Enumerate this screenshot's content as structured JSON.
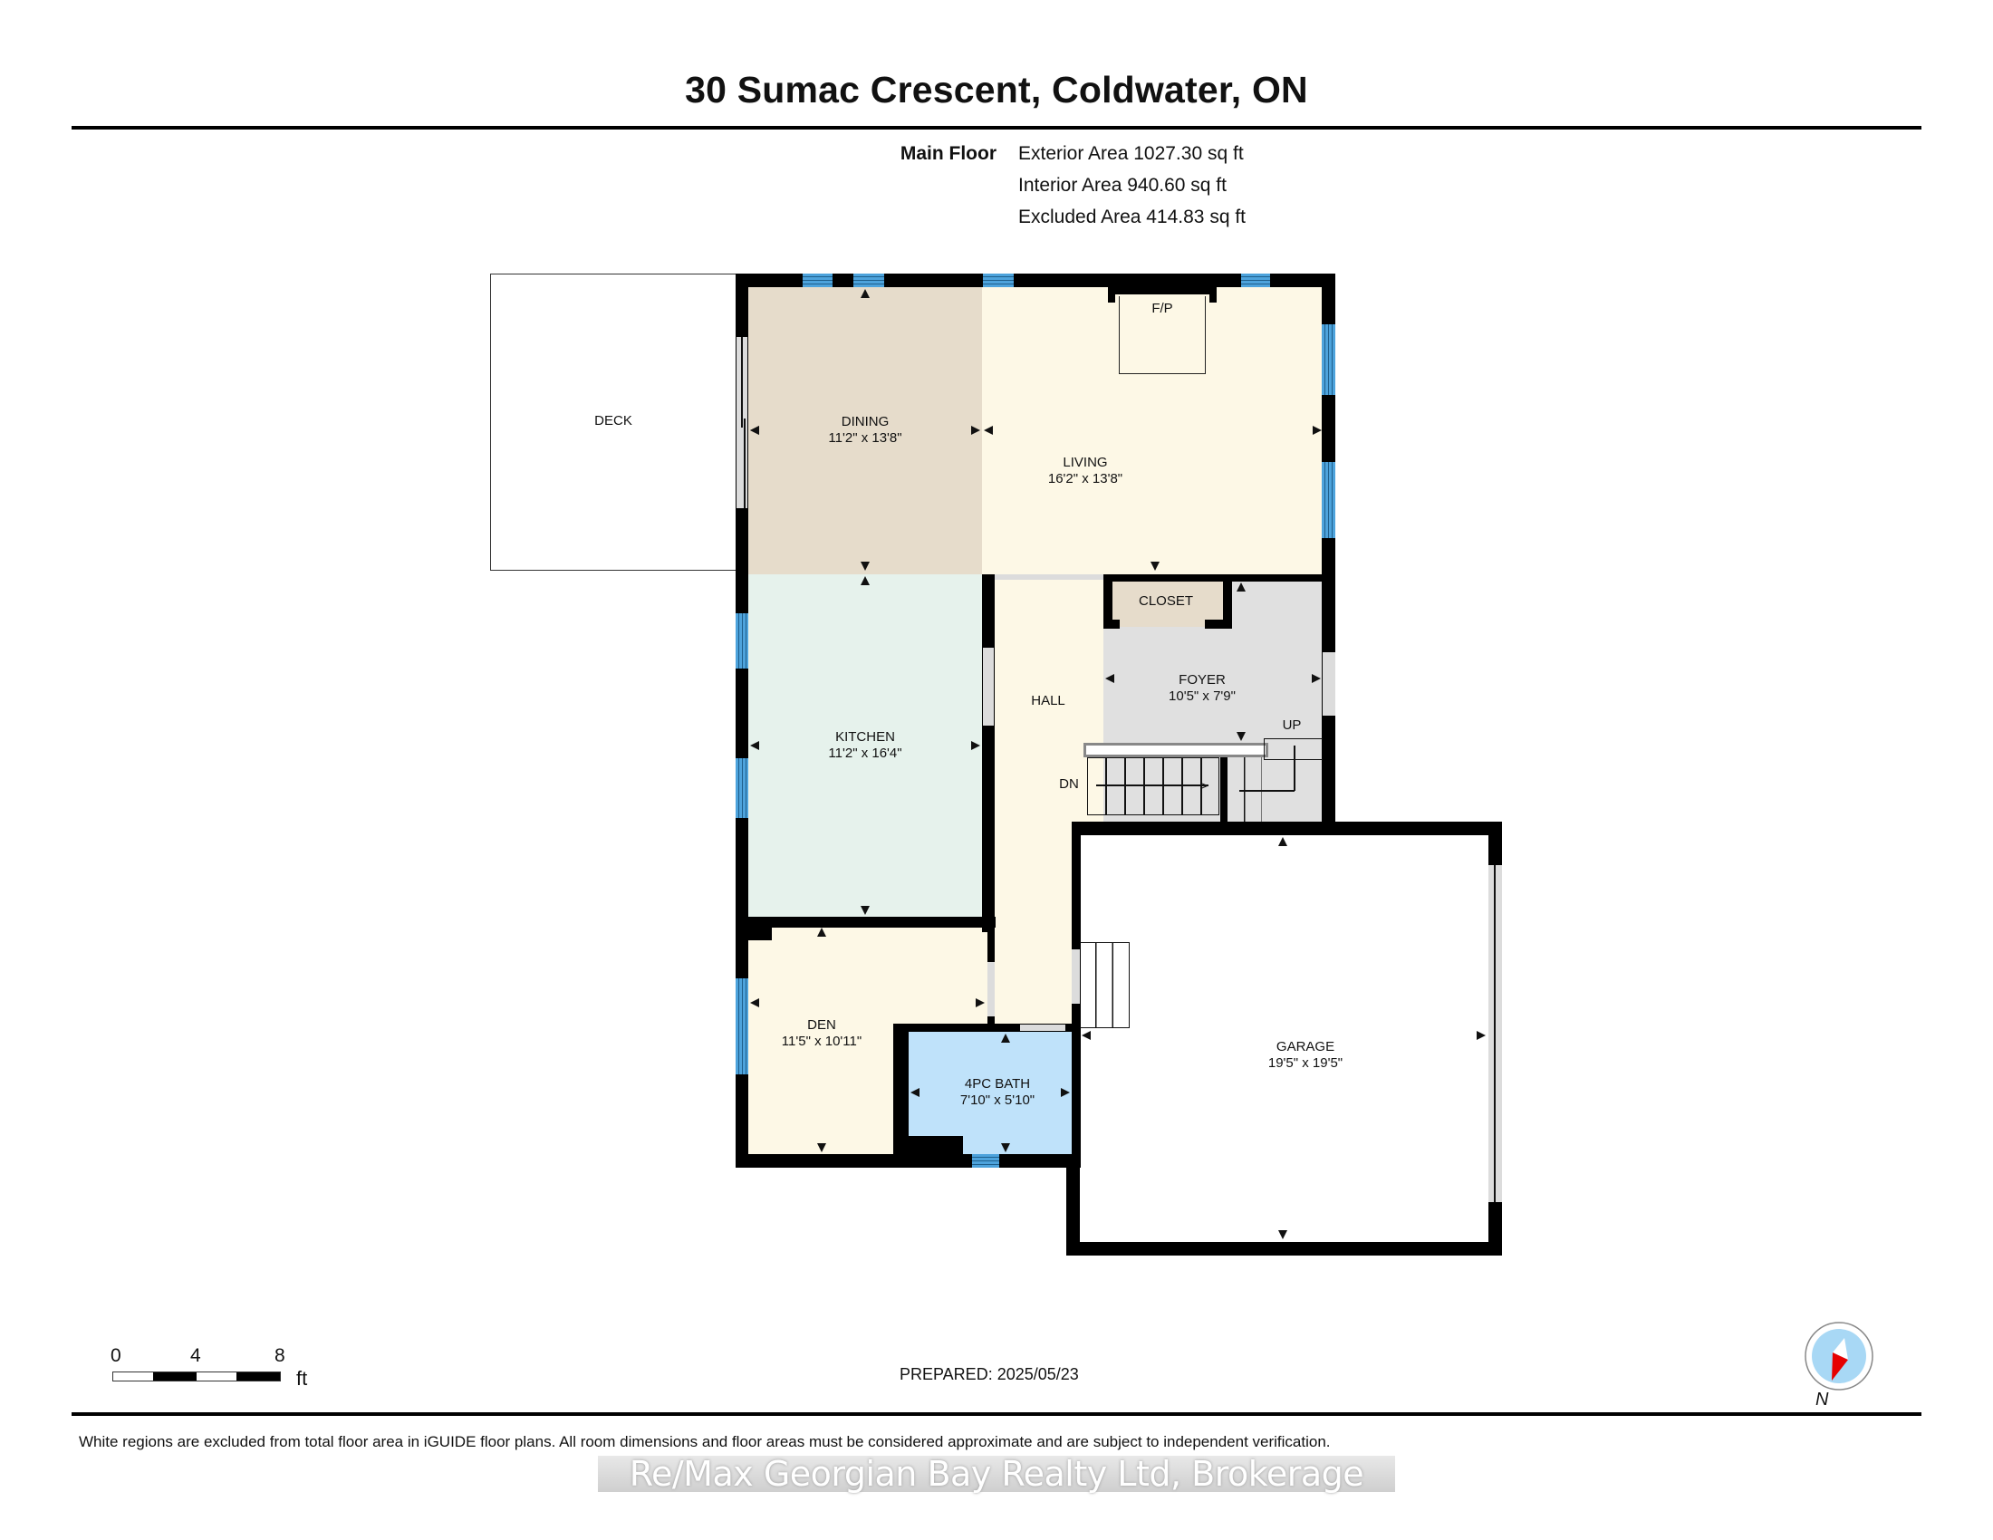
{
  "header": {
    "title": "30 Sumac Crescent, Coldwater, ON"
  },
  "areas": {
    "floor_label": "Main Floor",
    "exterior": "Exterior Area 1027.30 sq ft",
    "interior": "Interior Area 940.60 sq ft",
    "excluded": "Excluded Area 414.83 sq ft"
  },
  "rooms": [
    {
      "name": "DECK",
      "dims": "",
      "color": "#ffffff"
    },
    {
      "name": "DINING",
      "dims": "11'2\" x 13'8\"",
      "color": "#e6dccb"
    },
    {
      "name": "LIVING",
      "dims": "16'2\" x 13'8\"",
      "color": "#fdf8e6"
    },
    {
      "name": "KITCHEN",
      "dims": "11'2\" x 16'4\"",
      "color": "#e6f2ec"
    },
    {
      "name": "HALL",
      "dims": "",
      "color": "#fdf8e6"
    },
    {
      "name": "CLOSET",
      "dims": "",
      "color": "#e6dccb"
    },
    {
      "name": "FOYER",
      "dims": "10'5\" x 7'9\"",
      "color": "#e0e0e0"
    },
    {
      "name": "DEN",
      "dims": "11'5\" x 10'11\"",
      "color": "#fdf8e6"
    },
    {
      "name": "4PC BATH",
      "dims": "7'10\" x 5'10\"",
      "color": "#bfe2fa"
    },
    {
      "name": "GARAGE",
      "dims": "19'5\" x 19'5\"",
      "color": "#ffffff"
    }
  ],
  "features": {
    "fireplace": "F/P",
    "stairs_down": "DN",
    "stairs_up": "UP"
  },
  "scale_bar": {
    "ticks": [
      "0",
      "4",
      "8"
    ],
    "unit": "ft"
  },
  "prepared": "PREPARED: 2025/05/23",
  "compass": {
    "label": "N"
  },
  "footer": {
    "note": "White regions are excluded from total floor area in iGUIDE floor plans. All room dimensions and floor areas must be considered approximate and are subject to independent verification.",
    "watermark": "Re/Max Georgian Bay Realty Ltd, Brokerage"
  },
  "colors": {
    "wall": "#000000",
    "window": "#4da3dc",
    "door_gap": "#dcdcdc",
    "compass_fill": "#a8d8f5",
    "compass_needle": "#e60000"
  }
}
